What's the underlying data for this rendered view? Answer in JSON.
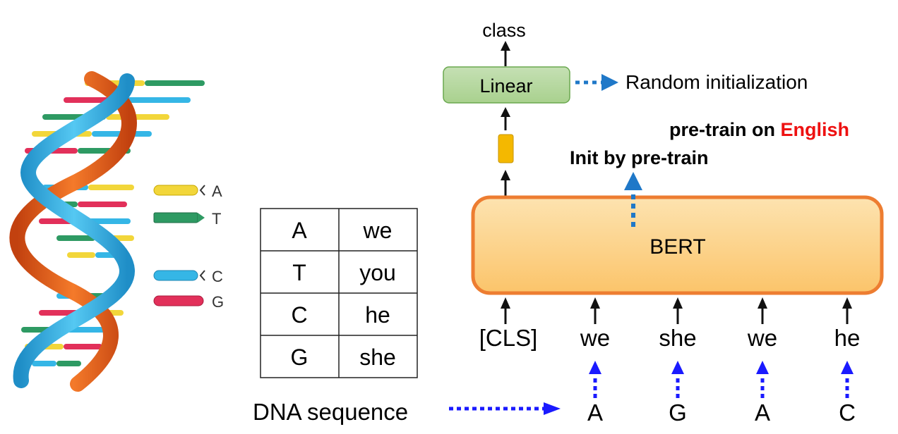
{
  "dna_legend": {
    "bases": [
      {
        "letter": "A",
        "color": "#f2d63a"
      },
      {
        "letter": "T",
        "color": "#2e9a63"
      },
      {
        "letter": "C",
        "color": "#35b6e6"
      },
      {
        "letter": "G",
        "color": "#e2305a"
      }
    ]
  },
  "mapping_table": {
    "rows": [
      {
        "base": "A",
        "word": "we"
      },
      {
        "base": "T",
        "word": "you"
      },
      {
        "base": "C",
        "word": "he"
      },
      {
        "base": "G",
        "word": "she"
      }
    ]
  },
  "model": {
    "output_label": "class",
    "linear_label": "Linear",
    "linear_note": "Random initialization",
    "pretrain_note_prefix": "pre-train on ",
    "pretrain_note_language": "English",
    "init_note": "Init by pre-train",
    "bert_label": "BERT"
  },
  "inputs": {
    "tokens": [
      "[CLS]",
      "we",
      "she",
      "we",
      "he"
    ],
    "dna_bases": [
      "A",
      "G",
      "A",
      "C"
    ],
    "dna_label": "DNA sequence"
  },
  "colors": {
    "linear_fill": "#a9d18e",
    "linear_border": "#6aa84f",
    "bert_fill": "#fcd289",
    "bert_border": "#ed7d31",
    "cls_vector": "#f4b800",
    "note_arrow": "#1f78c8",
    "dna_arrow": "#1a1aff",
    "english_red": "#ee1111"
  }
}
